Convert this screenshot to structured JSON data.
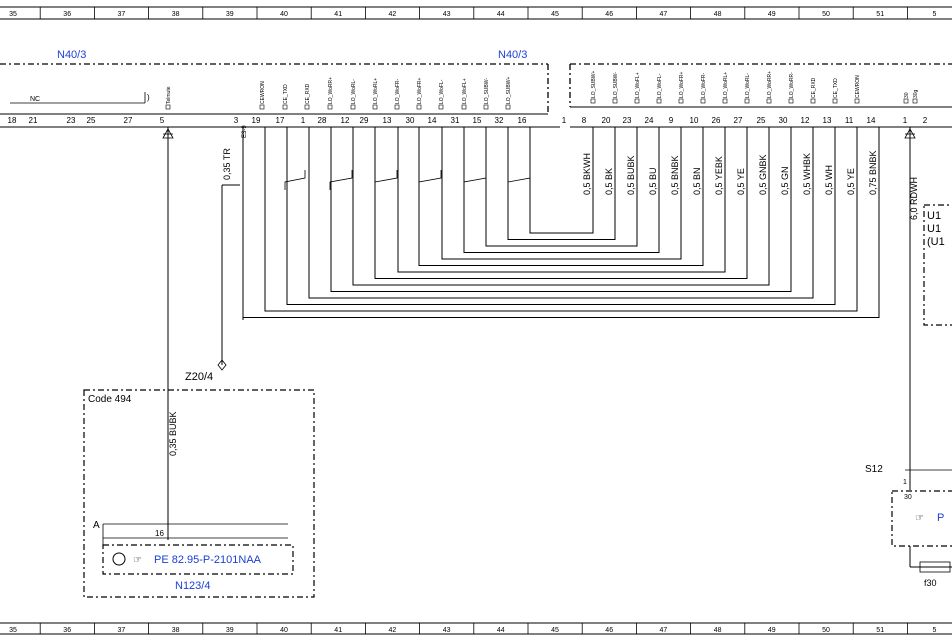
{
  "ruler_numbers": [
    "35",
    "36",
    "37",
    "38",
    "39",
    "40",
    "41",
    "42",
    "43",
    "44",
    "45",
    "46",
    "47",
    "48",
    "49",
    "50",
    "51",
    "5"
  ],
  "component_labels": {
    "n40_left": "N40/3",
    "n40_right": "N40/3",
    "z20": "Z20/4",
    "code": "Code 494",
    "n123": "N123/4",
    "s12": "S12",
    "u_1": "U1",
    "u_2": "U1",
    "u_3": "(U1",
    "f30": "f30",
    "a_label": "A",
    "nc": "NC"
  },
  "reference": "PE 82.95-P-2101NAA",
  "reference_right": "P",
  "left_connector": {
    "pins": [
      "18",
      "21",
      "23",
      "25",
      "27",
      "5",
      "3",
      "19",
      "17",
      "1",
      "28",
      "12",
      "29",
      "13",
      "30",
      "14",
      "31",
      "15",
      "32",
      "16"
    ],
    "signals": [
      "Telmute",
      "CEWRON",
      "CE_TXD",
      "CE_RXD",
      "LO_WoRR+",
      "LO_WoRL-",
      "LO_WoRL+",
      "LO_WoFR-",
      "LO_WoFR+",
      "LO_WoFL-",
      "LO_WoFL+",
      "LO_SUBW-",
      "LO_SUBW+"
    ]
  },
  "right_connector": {
    "pins": [
      "1",
      "8",
      "20",
      "23",
      "24",
      "9",
      "10",
      "26",
      "27",
      "25",
      "30",
      "12",
      "13",
      "11",
      "14",
      "1",
      "2"
    ],
    "signals": [
      "LO_SUBW+",
      "LO_SUBW-",
      "LO_WoFL+",
      "LO_WoFL-",
      "LO_WoFR+",
      "LO_WoFR-",
      "LO_WoRL+",
      "LO_WoRL-",
      "LO_WoRR+",
      "LO_WoRR-",
      "CE_RXD",
      "CE_TXD",
      "CEWRON",
      "30",
      "30g"
    ]
  },
  "wires": [
    "0,5 BKWH",
    "0,5 BK",
    "0,5 BUBK",
    "0,5 BU",
    "0,5 BNBK",
    "0,5 BN",
    "0,5 YEBK",
    "0,5 YE",
    "0,5 GNBK",
    "0,5 GN",
    "0,5 WHBK",
    "0,5 WH",
    "0,5 YE",
    "0,75 BNBK"
  ],
  "wire_tr": "0,35 TR",
  "wire_rdwh": "6,0 RDWH",
  "wire_bubk": "0,35 BUBK",
  "shield_label": "E3-9",
  "pin_16": "16",
  "pin_30": "30",
  "pin_1": "1"
}
